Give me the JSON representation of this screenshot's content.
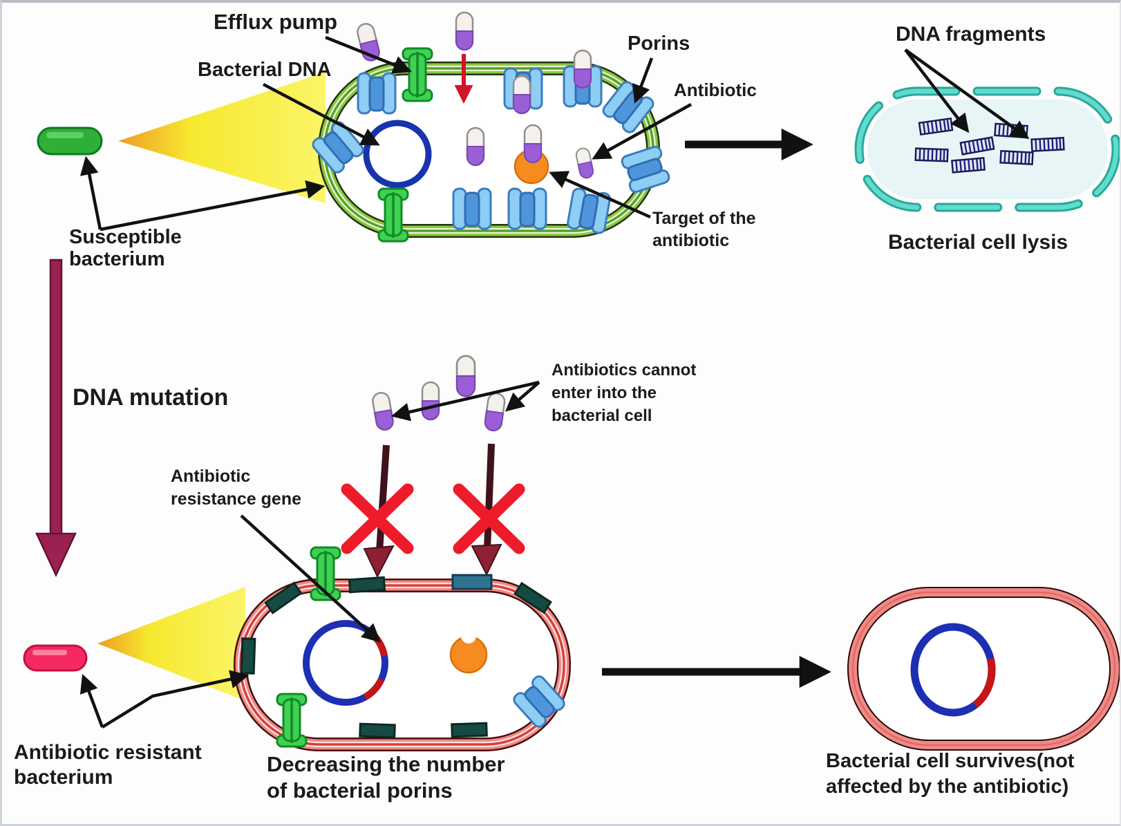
{
  "labels": {
    "efflux_pump": "Efflux pump",
    "bacterial_dna": "Bacterial DNA",
    "porins": "Porins",
    "antibiotic": "Antibiotic",
    "target": [
      "Target of the",
      "antibiotic"
    ],
    "susceptible": [
      "Susceptible",
      "bacterium"
    ],
    "dna_fragments": "DNA fragments",
    "cell_lysis": "Bacterial cell lysis",
    "dna_mutation": "DNA mutation",
    "antibiotics_cannot": [
      "Antibiotics cannot",
      "enter into the",
      "bacterial cell"
    ],
    "resistance_gene": [
      "Antibiotic",
      "resistance gene"
    ],
    "resistant": [
      "Antibiotic resistant",
      "bacterium"
    ],
    "decreasing": [
      "Decreasing the number",
      "of bacterial porins"
    ],
    "survives": [
      "Bacterial cell survives(not",
      "affected by the antibiotic)"
    ]
  },
  "colors": {
    "susceptible_bacterium_green": "#2fae38",
    "resistant_bacterium_pink": "#f52a60",
    "membrane_green": "#8cc63f",
    "membrane_red": "#f08a86",
    "porin_blue": "#8ecdf4",
    "closed_porin_teal": "#174a42",
    "efflux_pump_green": "#3ed152",
    "antibiotic_capsule_purple": "#9a5fd6",
    "plasmid_blue": "#1733ad",
    "resistance_gene_red": "#c41616",
    "antibiotic_target_orange": "#f68b1f",
    "lysis_membrane_teal": "#4fd0c0",
    "dna_fragment_navy": "#20207a",
    "blocked_x_red": "#ee1b2b",
    "mutation_arrow_maroon": "#9b2153",
    "highlight_beam_yellow": "#f8f249",
    "arrow_black": "#111111"
  }
}
